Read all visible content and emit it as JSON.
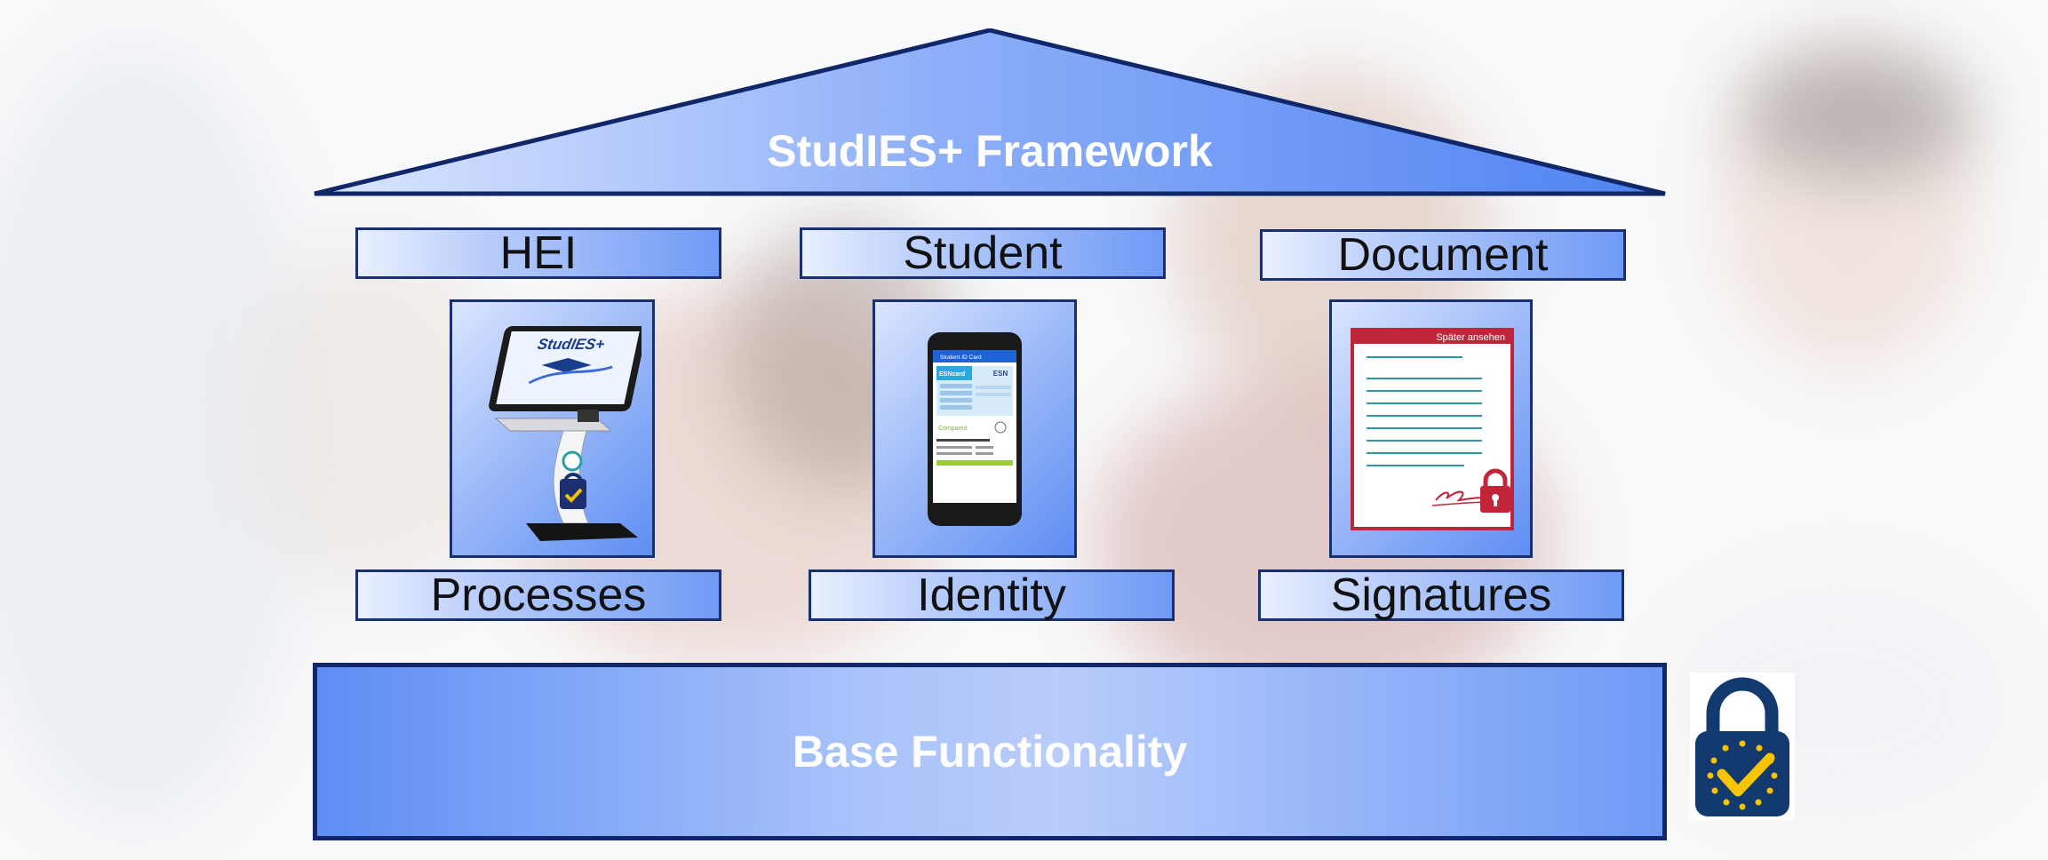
{
  "roof": {
    "title": "StudIES+ Framework"
  },
  "columns": [
    {
      "top_label": "HEI",
      "bottom_label": "Processes",
      "image": "kiosk-terminal"
    },
    {
      "top_label": "Student",
      "bottom_label": "Identity",
      "image": "mobile-student-id"
    },
    {
      "top_label": "Document",
      "bottom_label": "Signatures",
      "image": "signed-document"
    }
  ],
  "kiosk": {
    "brand": "StudIES+"
  },
  "phone": {
    "app_title": "Student ID Card",
    "card_label": "ESNcard",
    "brand": "ESN",
    "stamp": "Compared"
  },
  "document": {
    "banner": "Später ansehen"
  },
  "base": {
    "title": "Base Functionality"
  },
  "badge": {
    "icon": "eu-trust-lock-icon"
  },
  "colors": {
    "blue_dark": "#10276a",
    "blue_mid": "#6f9af5",
    "blue_light": "#e9f0ff"
  }
}
